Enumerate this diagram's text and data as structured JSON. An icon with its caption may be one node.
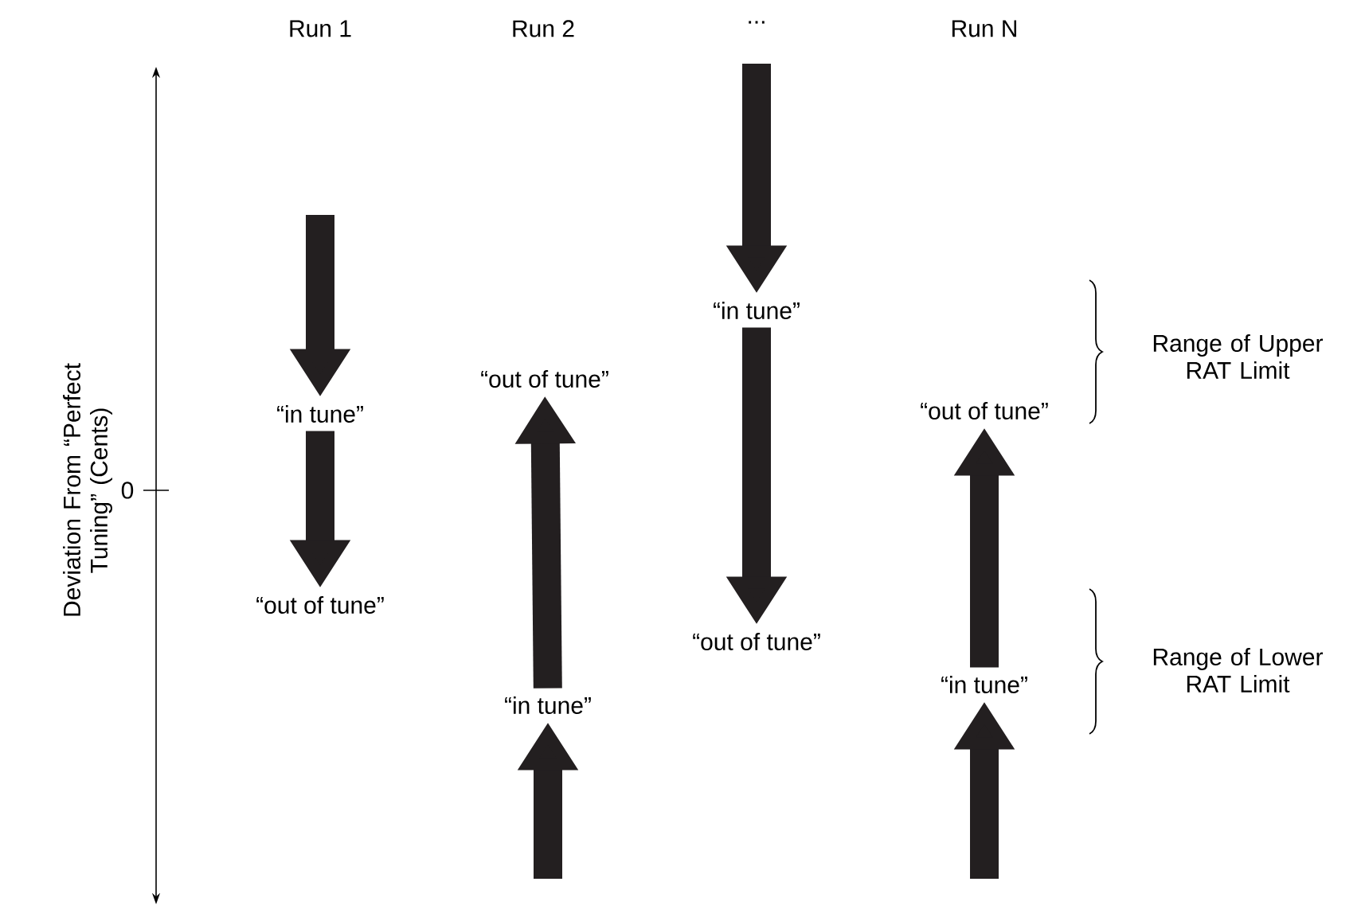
{
  "diagram": {
    "nodes": [
      {
        "text": [
          "“in tune”"
        ]
      },
      {
        "text": [
          "“out of tune”"
        ]
      },
      {
        "text": [
          "“out of tune”"
        ]
      },
      {
        "text": [
          "“in tune”"
        ]
      },
      {
        "text": [
          "“in tune”"
        ]
      },
      {
        "text": [
          "“out of tune”"
        ]
      },
      {
        "text": [
          "“out of tune”"
        ]
      },
      {
        "text": [
          "“in tune”"
        ]
      }
    ],
    "edges": [
      {
        "from": null,
        "to": 0,
        "arrow": "to"
      },
      {
        "from": 0,
        "to": 1,
        "arrow": "to"
      },
      {
        "from": null,
        "to": 3,
        "arrow": "to"
      },
      {
        "from": 3,
        "to": 2,
        "arrow": "to"
      },
      {
        "from": null,
        "to": 4,
        "arrow": "to"
      },
      {
        "from": 4,
        "to": 5,
        "arrow": "to"
      },
      {
        "from": null,
        "to": 7,
        "arrow": "to"
      },
      {
        "from": 7,
        "to": 6,
        "arrow": "to"
      }
    ],
    "labels": [
      "Run 1",
      "Run 2",
      "...",
      "Run N",
      "Deviation From “Perfect Tuning” (Cents)",
      "0",
      "Range of Upper RAT Limit",
      "Range of Lower RAT Limit"
    ]
  }
}
